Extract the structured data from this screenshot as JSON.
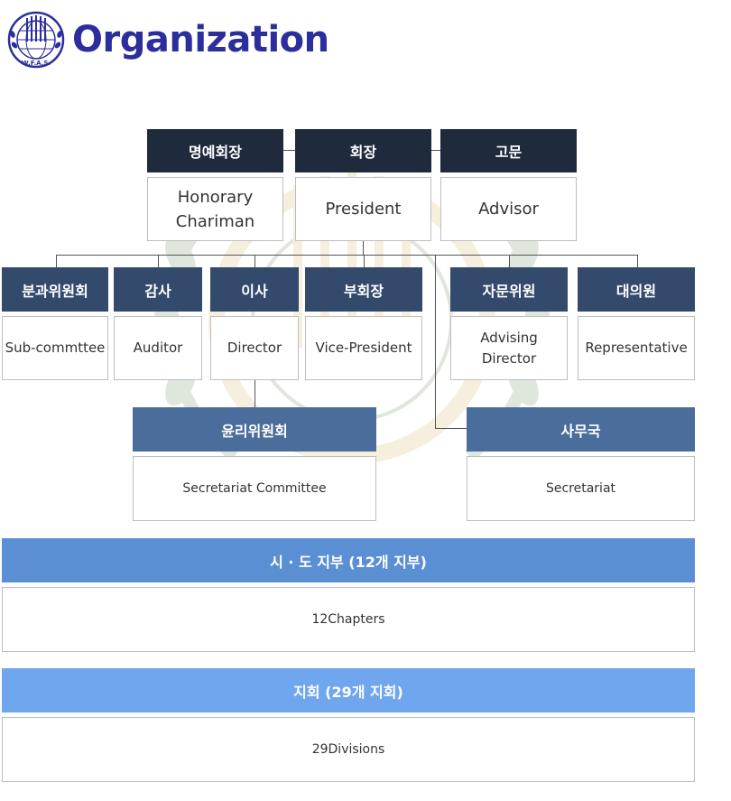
{
  "header": {
    "title": "Organization",
    "logo_text": "W.F.A.S."
  },
  "colors": {
    "title": "#2b2e9c",
    "dark_navy": "#1f2a3d",
    "slate_blue": "#334a6d",
    "mid_blue": "#4a6d9b",
    "chapter_blue": "#5b8fd4",
    "division_blue": "#6fa6ee",
    "box_border": "#bdbdbd"
  },
  "top": {
    "honorary": {
      "ko": "명예회장",
      "en_line1": "Honorary",
      "en_line2": "Chariman"
    },
    "president": {
      "ko": "회장",
      "en": "President"
    },
    "advisor": {
      "ko": "고문",
      "en": "Advisor"
    }
  },
  "middle": {
    "subcommittee": {
      "ko": "분과위원회",
      "en": "Sub-commttee"
    },
    "auditor": {
      "ko": "감사",
      "en": "Auditor"
    },
    "director": {
      "ko": "이사",
      "en": "Director"
    },
    "vice_president": {
      "ko": "부회장",
      "en": "Vice-President"
    },
    "advising": {
      "ko": "자문위원",
      "en_line1": "Advising",
      "en_line2": "Director"
    },
    "representative": {
      "ko": "대의원",
      "en": "Representative"
    }
  },
  "lower": {
    "ethics": {
      "ko": "윤리위원회",
      "en": "Secretariat Committee"
    },
    "secretariat": {
      "ko": "사무국",
      "en": "Secretariat"
    }
  },
  "bottom": {
    "chapters": {
      "ko": "시 · 도 지부 (12개 지부)",
      "en": "12Chapters"
    },
    "divisions": {
      "ko": "지회 (29개 지회)",
      "en": "29Divisions"
    }
  }
}
